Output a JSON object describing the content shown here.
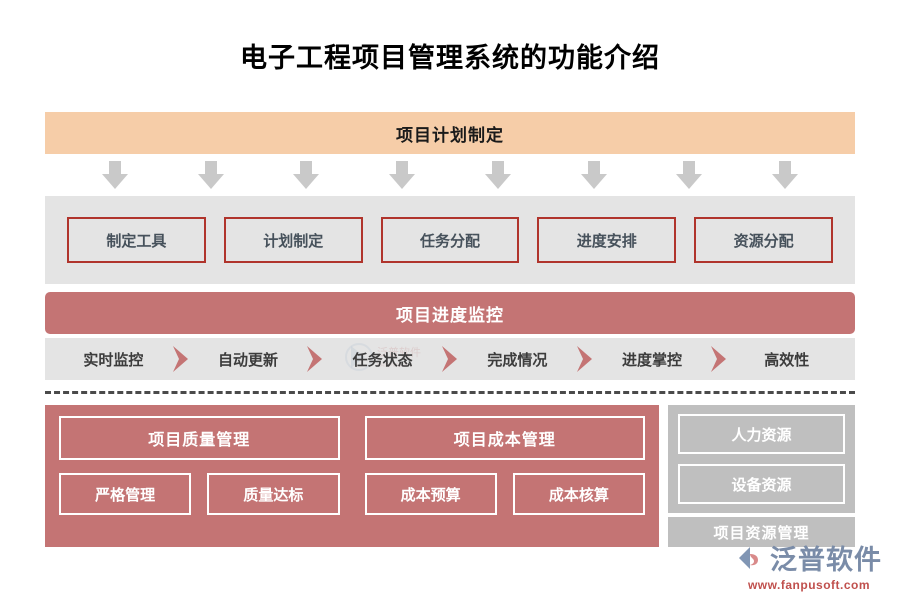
{
  "page": {
    "title": "电子工程项目管理系统的功能介绍"
  },
  "colors": {
    "plan_header_bg": "#F6CDA8",
    "monitor_bg": "#C47474",
    "panel_gray": "#E4E4E4",
    "resource_gray": "#BFBFBF",
    "box_border_red": "#B0342C",
    "divider": "#4A4A4A",
    "logo_text": "#7A8CA8",
    "logo_url": "#C0504D"
  },
  "plan_section": {
    "header": "项目计划制定",
    "arrow_count": 8,
    "arrow_icon": "arrow-down-icon",
    "boxes": [
      {
        "label": "制定工具"
      },
      {
        "label": "计划制定"
      },
      {
        "label": "任务分配"
      },
      {
        "label": "进度安排"
      },
      {
        "label": "资源分配"
      }
    ]
  },
  "monitor_section": {
    "header": "项目进度监控",
    "chevron_icon": "chevron-right-icon",
    "steps": [
      {
        "label": "实时监控"
      },
      {
        "label": "自动更新"
      },
      {
        "label": "任务状态"
      },
      {
        "label": "完成情况"
      },
      {
        "label": "进度掌控"
      },
      {
        "label": "高效性"
      }
    ]
  },
  "bottom_section": {
    "groups": [
      {
        "header": "项目质量管理",
        "items": [
          {
            "label": "严格管理"
          },
          {
            "label": "质量达标"
          }
        ]
      },
      {
        "header": "项目成本管理",
        "items": [
          {
            "label": "成本预算"
          },
          {
            "label": "成本核算"
          }
        ]
      }
    ],
    "resource": {
      "items": [
        {
          "label": "人力资源"
        },
        {
          "label": "设备资源"
        }
      ],
      "footer": "项目资源管理"
    }
  },
  "logo": {
    "brand": "泛普软件",
    "url": "www.fanpusoft.com",
    "mark": "fanpu-logo-icon"
  }
}
